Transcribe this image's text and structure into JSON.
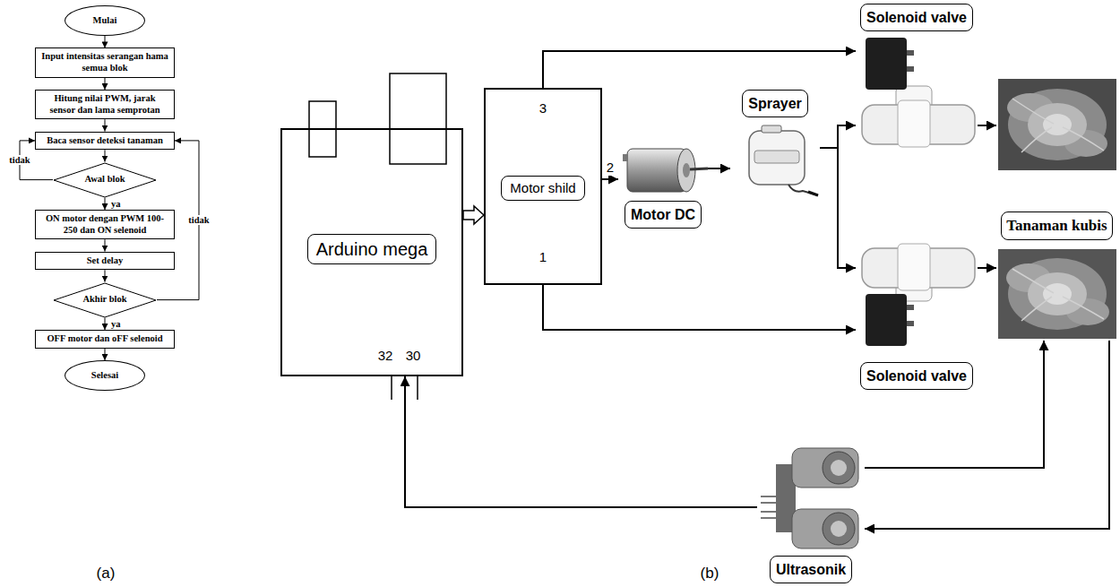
{
  "diagram": {
    "nodes": [
      {
        "text": [
          "Mulai"
        ]
      },
      {
        "text": [
          "Input intensitas serangan hama semua blok"
        ]
      },
      {
        "text": [
          "Hitung nilai PWM, jarak sensor dan lama semprotan"
        ]
      },
      {
        "text": [
          "Baca sensor deteksi tanaman"
        ]
      },
      {
        "text": [
          "Awal blok"
        ]
      },
      {
        "text": [
          "ON motor dengan PWM 100-250 dan ON selenoid"
        ]
      },
      {
        "text": [
          "Set delay"
        ]
      },
      {
        "text": [
          "Akhir blok"
        ]
      },
      {
        "text": [
          "OFF motor dan oFF selenoid"
        ]
      },
      {
        "text": [
          "Selesai"
        ]
      },
      {
        "text": [
          "32",
          "30"
        ]
      },
      {
        "text": [
          "Arduino mega"
        ],
        "in": 10
      },
      {
        "text": [
          "3",
          "1"
        ]
      },
      {
        "text": [
          "Motor shild"
        ],
        "in": 12
      },
      {
        "text": [
          "Motor DC"
        ]
      },
      {
        "text": [
          "Sprayer"
        ]
      },
      {
        "text": [
          "Solenoid valve"
        ]
      },
      {
        "text": [
          "Tanaman kubis"
        ]
      },
      {
        "text": [
          "Solenoid valve"
        ]
      },
      {
        "text": [
          "Ultrasonik"
        ]
      }
    ],
    "edges": [
      {
        "from": 0,
        "to": 1,
        "arrow": "to"
      },
      {
        "from": 1,
        "to": 2,
        "arrow": "to"
      },
      {
        "from": 2,
        "to": 3,
        "arrow": "to"
      },
      {
        "from": 3,
        "to": 4,
        "arrow": "to"
      },
      {
        "from": 4,
        "to": 5,
        "label": "ya",
        "arrow": "to"
      },
      {
        "from": 4,
        "to": 3,
        "label": "tidak",
        "arrow": "to"
      },
      {
        "from": 5,
        "to": 6,
        "arrow": "to"
      },
      {
        "from": 6,
        "to": 7,
        "arrow": "to"
      },
      {
        "from": 7,
        "to": 8,
        "label": "ya",
        "arrow": "to"
      },
      {
        "from": 7,
        "to": 3,
        "label": "tidak",
        "arrow": "to"
      },
      {
        "from": 8,
        "to": 9,
        "arrow": "to"
      },
      {
        "from": 10,
        "to": 12,
        "arrow": "to"
      },
      {
        "from": 12,
        "to": 16,
        "arrow": "to"
      },
      {
        "from": 12,
        "to": 14,
        "label": "2",
        "arrow": "to"
      },
      {
        "from": 14,
        "to": 15,
        "arrow": "to"
      },
      {
        "from": 15,
        "to": 16,
        "arrow": "to"
      },
      {
        "from": 15,
        "to": 18,
        "arrow": "to"
      },
      {
        "from": 16,
        "to": 17,
        "arrow": "to"
      },
      {
        "from": 18,
        "to": 17,
        "arrow": "to"
      },
      {
        "from": 12,
        "to": 18,
        "arrow": "to"
      },
      {
        "from": 19,
        "to": 17,
        "arrow": "to"
      },
      {
        "from": 17,
        "to": 19,
        "arrow": "to"
      },
      {
        "from": 19,
        "to": 10,
        "arrow": "to"
      }
    ],
    "labels": [
      "(a)",
      "(b)"
    ]
  }
}
